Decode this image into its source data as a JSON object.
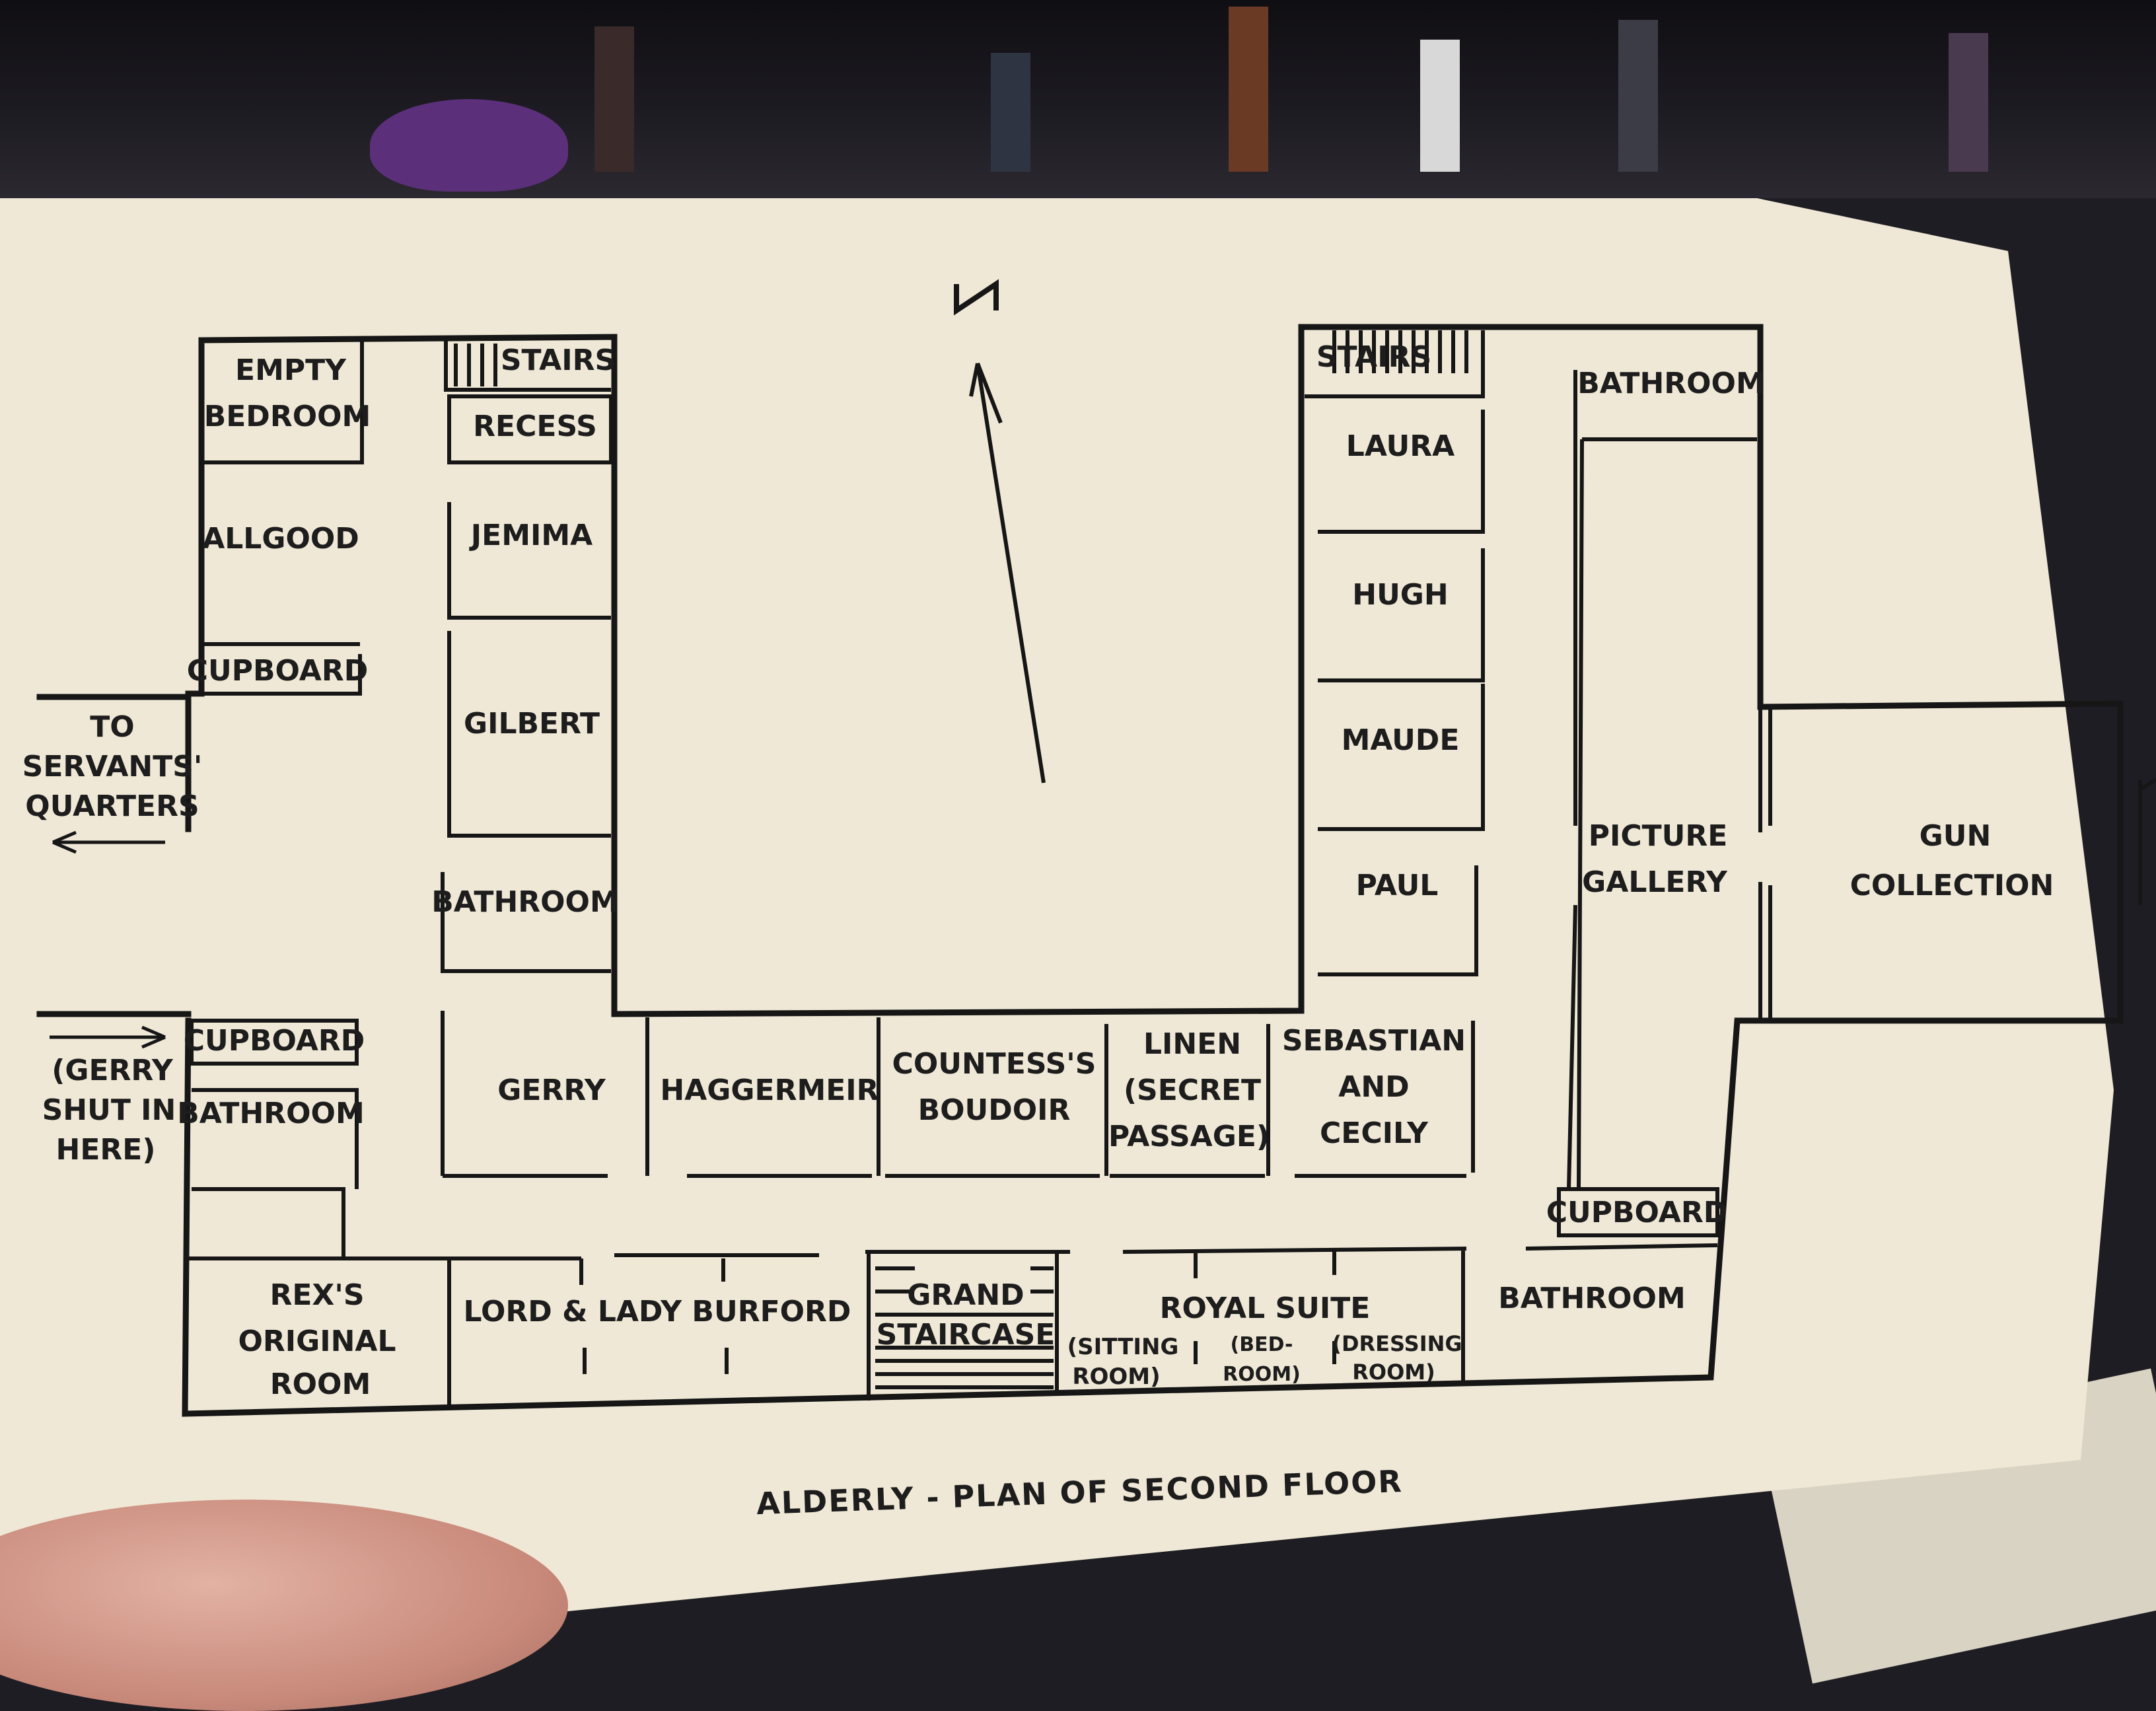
{
  "plan": {
    "north_marker": "N",
    "caption": "ALDERLY - PLAN OF SECOND FLOOR",
    "west_wing": {
      "empty_bedroom": [
        "EMPTY",
        "BEDROOM"
      ],
      "stairs": "STAIRS",
      "recess": "RECESS",
      "allgood": "ALLGOOD",
      "jemima": "JEMIMA",
      "cupboard_top": "CUPBOARD",
      "gilbert": "GILBERT",
      "to_servants": [
        "TO",
        "SERVANTS'",
        "QUARTERS"
      ],
      "bathroom_inner": "BATHROOM",
      "cupboard_bottom": "CUPBOARD",
      "gerry_note": [
        "(GERRY",
        "SHUT IN",
        "HERE)"
      ],
      "bathroom_outer": "BATHROOM",
      "gerry": "GERRY"
    },
    "south_wing": {
      "haggermeir": "HAGGERMEIR",
      "countess": [
        "COUNTESS'S",
        "BOUDOIR"
      ],
      "linen": [
        "LINEN",
        "(SECRET",
        "PASSAGE)"
      ],
      "sebastian": [
        "SEBASTIAN",
        "AND",
        "CECILY"
      ],
      "rex": [
        "REX'S",
        "ORIGINAL",
        "ROOM"
      ],
      "burford": "LORD & LADY BURFORD",
      "grand_staircase": [
        "GRAND",
        "STAIRCASE"
      ],
      "royal_suite": "ROYAL SUITE",
      "sitting": [
        "(SITTING",
        "ROOM)"
      ],
      "bed": [
        "(BED-",
        "ROOM)"
      ],
      "dressing": [
        "(DRESSING",
        "ROOM)"
      ],
      "bathroom_se": "BATHROOM"
    },
    "east_wing": {
      "stairs": "STAIRS",
      "bathroom": "BATHROOM",
      "laura": "LAURA",
      "hugh": "HUGH",
      "maude": "MAUDE",
      "paul": "PAUL",
      "picture_gallery": [
        "PICTURE",
        "GALLERY"
      ],
      "gun_collection": [
        "GUN",
        "COLLECTION"
      ],
      "cupboard": "CUPBOARD"
    }
  }
}
